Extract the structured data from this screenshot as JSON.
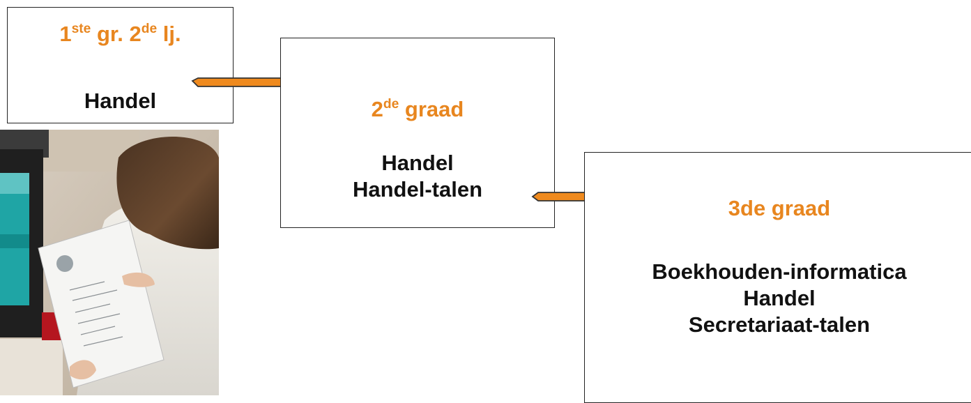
{
  "box1": {
    "head": {
      "n1": "1",
      "s1": "ste",
      "mid": " gr. 2",
      "s2": "de",
      "end": " lj."
    },
    "body": "Handel"
  },
  "box2": {
    "head": {
      "n": "2",
      "s": "de",
      "rest": " graad"
    },
    "lines": [
      "Handel",
      "Handel-talen"
    ]
  },
  "box3": {
    "head": "3de graad",
    "lines": [
      "Boekhouden-informatica",
      "Handel",
      "Secretariaat-talen"
    ]
  },
  "colors": {
    "accent": "#e8861f",
    "text": "#111111",
    "border": "#222222"
  },
  "photo": {
    "description_icon": "student-reading-document-photo"
  }
}
